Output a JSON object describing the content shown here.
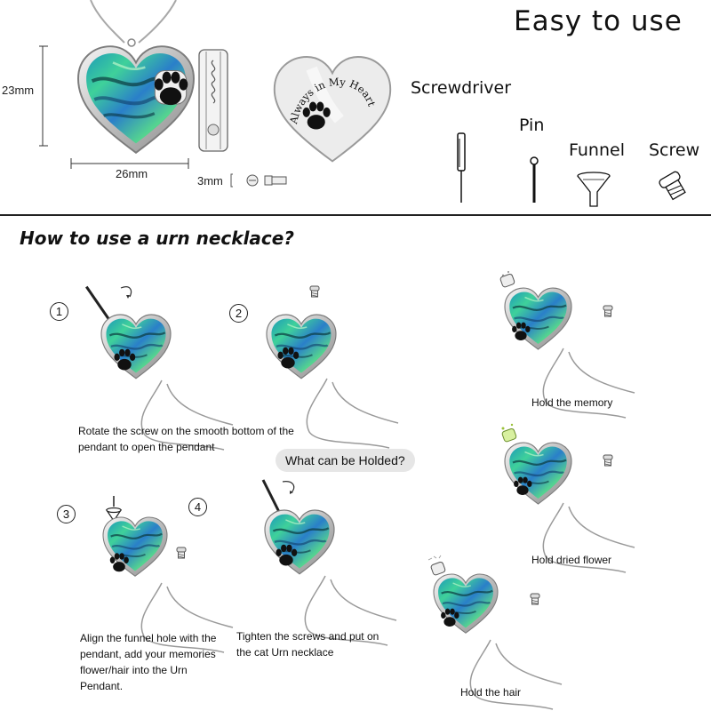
{
  "header": {
    "title": "Easy to use",
    "dimensions": {
      "height": "23mm",
      "width": "26mm",
      "depth": "3mm"
    },
    "engraving": "Always in My Heart"
  },
  "tools": {
    "screwdriver": "Screwdriver",
    "pin": "Pin",
    "funnel": "Funnel",
    "screw": "Screw"
  },
  "section_title": "How to use a urn necklace?",
  "steps": [
    {
      "number": "1",
      "text": "Rotate the screw on the smooth bottom of the pendant to open the pendant"
    },
    {
      "number": "2",
      "text": ""
    },
    {
      "number": "3",
      "text": "Align the funnel hole with the pendant, add your memories flower/hair into the Urn Pendant."
    },
    {
      "number": "4",
      "text": "Tighten the screws and put on the cat Urn necklace"
    }
  ],
  "holdables": {
    "question": "What can be Holded?",
    "items": [
      "Hold the memory",
      "Hold dried flower",
      "Hold the hair"
    ]
  },
  "colors": {
    "divider": "#222222",
    "abalone_green": "#2fc79a",
    "abalone_blue": "#2a8fd6",
    "paw": "#111111",
    "silver": "#c8c8c8"
  }
}
